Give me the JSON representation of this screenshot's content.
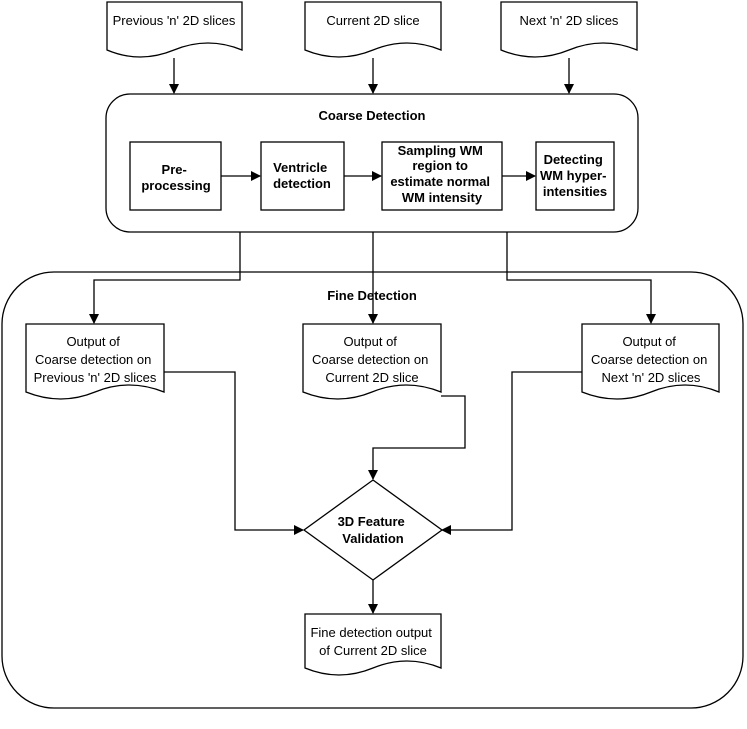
{
  "inputs": {
    "previous": "Previous 'n' 2D slices",
    "current": "Current 2D slice",
    "next": "Next 'n' 2D slices"
  },
  "coarse": {
    "title": "Coarse Detection",
    "steps": [
      [
        "Pre-",
        "processing"
      ],
      [
        "Ventricle",
        "detection"
      ],
      [
        "Sampling WM",
        "region to",
        "estimate normal",
        "WM intensity"
      ],
      [
        "Detecting",
        "WM hyper-",
        "intensities"
      ]
    ]
  },
  "fine": {
    "title": "Fine Detection",
    "outputs": {
      "previous": [
        "Output of",
        "Coarse detection on",
        "Previous 'n' 2D slices"
      ],
      "current": [
        "Output of",
        "Coarse detection on",
        "Current 2D slice"
      ],
      "next": [
        "Output of",
        "Coarse detection on",
        "Next 'n' 2D slices"
      ]
    },
    "validation": [
      "3D Feature",
      "Validation"
    ],
    "final": [
      "Fine detection output",
      "of Current 2D slice"
    ]
  }
}
